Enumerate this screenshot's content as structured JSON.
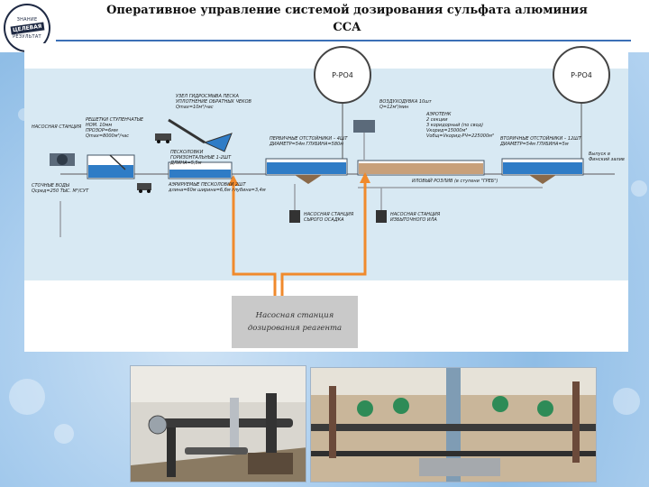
{
  "header": {
    "logo": {
      "top": "ЗНАНИЕ",
      "middle": "ЦЕЛЕВАЯ",
      "bottom": "РЕЗУЛЬТАТ"
    },
    "title_line1": "Оперативное управление системой дозирования сульфата алюминия",
    "title_line2": "ССА"
  },
  "scheme": {
    "sensor_left": "P-PO4",
    "sensor_right": "P-PO4",
    "reagent_station_line1": "Насосная станция",
    "reagent_station_line2": "дозирования реагента",
    "labels": {
      "pump_station": "НАСОСНАЯ СТАНЦИЯ",
      "grates": "РЕШЕТКИ СТУПЕНЧАТЫЕ",
      "grates_2": "НОМ. 10мм",
      "grates_3": "ПРОЗОР=6мм",
      "grates_4": "Qmax=8000м³/час",
      "sand_trap_1": "УЗЕЛ ГИДРОСМЫВА ПЕСКА",
      "sand_trap_2": "УПЛОТНЕНИЕ ОБРАТНЫХ ЧЕКОВ",
      "sand_trap_3": "Qmax=10м³/час",
      "primary_settlers_1": "ПЕРВИЧНЫЕ ОТСТОЙНИКИ – 4ШТ",
      "primary_settlers_2": "ДИАМЕТР=54м ГЛУБИНА=580м",
      "aerotank_1": "АЭРОТЕНК",
      "aerotank_2": "2 секции",
      "aerotank_3": "3 коридорный (по свод)",
      "aerotank_4": "Vкорид=15000м³",
      "aerotank_5": "Vобщ=Vкорид·РЧ=225000м³",
      "blowers_1": "ВОЗДУХОДУВКА 10шт",
      "blowers_2": "Q=12м³/мин",
      "secondary_settlers_1": "ВТОРИЧНЫЕ ОТСТОЙНИКИ – 12ШТ",
      "secondary_settlers_2": "ДИАМЕТР=54м ГЛУБИНА=5м",
      "outlet_1": "Выпуск в",
      "outlet_2": "Финский залив",
      "sand_traps_h_1": "ПЕСКОЛОВКИ",
      "sand_traps_h_2": "ГОРИЗОНТАЛЬНЫЕ 1-2ШТ",
      "sand_traps_h_3": "ДЛИНА=5,5м",
      "aerated_1": "АЭРИРУЕМЫЕ ПЕСКОЛОВКИ 2ШТ",
      "aerated_2": "длина=60м ширина=6,6м глубина=3,4м",
      "inlet_1": "СТОЧНЫЕ ВОДЫ",
      "inlet_2": "Qсред=250 ТЫС. М³/СУТ",
      "return_sludge": "ИЛОВЫЙ РОЗЛИВ (в ступени \"ГРЕБ\")",
      "raw_sludge_pump_1": "НАСОСНАЯ СТАНЦИЯ",
      "raw_sludge_pump_2": "СЫРОГО ОСАДКА",
      "active_sludge_pump_1": "НАСОСНАЯ СТАНЦИЯ",
      "active_sludge_pump_2": "ИЗБЫТОЧНОГО ИЛА"
    }
  },
  "colors": {
    "orange_line": "#f08a2c",
    "gray_line": "#9aa0a6",
    "water": "#2f7cc6",
    "rule": "#3b6fb6"
  },
  "photos": [
    {
      "name": "dosing-pump-room-photo"
    },
    {
      "name": "dosing-pipework-photo"
    }
  ]
}
